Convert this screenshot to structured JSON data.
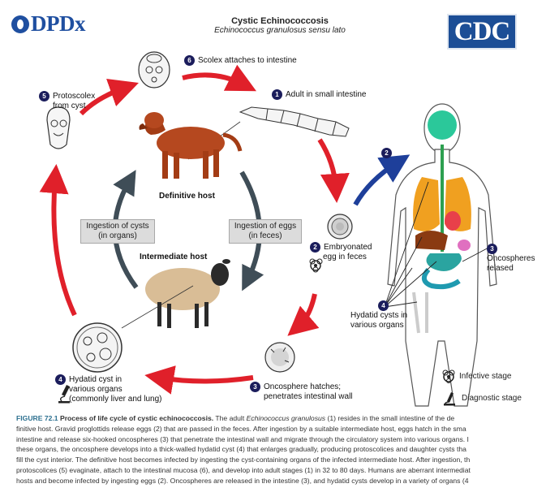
{
  "header": {
    "logo_text": "DPDx",
    "title": "Cystic Echinococcosis",
    "subtitle": "Echinococcus granulosus sensu lato",
    "cdc_text": "CDC"
  },
  "stages": [
    {
      "num": "1",
      "text": "Adult in small intestine"
    },
    {
      "num": "2",
      "text": "Embryonated egg in feces"
    },
    {
      "num": "3",
      "text": "Oncosphere hatches; penetrates intestinal wall"
    },
    {
      "num": "4",
      "text": "Hydatid cyst in various organs (commonly liver and lung)"
    },
    {
      "num": "5",
      "text": "Protoscolex from cyst"
    },
    {
      "num": "6",
      "text": "Scolex attaches to intestine"
    }
  ],
  "stage_lines": {
    "s2a": "Embryonated",
    "s2b": "egg in feces",
    "s3a": "Oncosphere hatches;",
    "s3b": "penetrates intestinal wall",
    "s4a": "Hydatid cyst in",
    "s4b": "various organs",
    "s4c": "(commonly liver and lung)",
    "s5a": "Protoscolex",
    "s5b": "from cyst"
  },
  "human_labels": {
    "num2": "2",
    "num3": "3",
    "num4": "4",
    "oncospheres_a": "Oncospheres",
    "oncospheres_b": "relased",
    "hydatid_a": "Hydatid cysts in",
    "hydatid_b": "various organs"
  },
  "hosts": {
    "definitive": "Definitive host",
    "intermediate": "Intermediate host"
  },
  "boxes": {
    "cysts_a": "Ingestion of cysts",
    "cysts_b": "(in organs)",
    "eggs_a": "Ingestion of eggs",
    "eggs_b": "(in feces)"
  },
  "legend": {
    "infective": "Infective stage",
    "diagnostic": "Diagnostic stage"
  },
  "caption": {
    "figure": "FIGURE 72.1",
    "heading": "Process of life cycle of cystic echinococcosis.",
    "line1": "The adult",
    "line1_italic": "Echinococcus granulosus",
    "line1_rest": "(1) resides in the small intestine of the de",
    "line2": "finitive host. Gravid proglottids release eggs (2) that are passed in the feces. After ingestion by a suitable intermediate host, eggs hatch in the sma",
    "line3": "intestine and release six-hooked oncospheres (3) that penetrate the intestinal wall and migrate through the circulatory system into various organs. I",
    "line4": "these organs, the oncosphere develops into a thick-walled hydatid cyst (4) that enlarges gradually, producing protoscolices and daughter cysts tha",
    "line5": "fill the cyst interior. The definitive host becomes infected by ingesting the cyst-containing organs of the infected intermediate host. After ingestion, th",
    "line6": "protoscolices (5) evaginate, attach to the intestinal mucosa (6), and develop into adult stages (1) in 32 to 80 days. Humans are aberrant intermediat",
    "line7": "hosts and become infected by ingesting eggs (2). Oncospheres are released in the intestine (3), and hydatid cysts develop in a variety of organs (4"
  },
  "colors": {
    "red_arrow": "#e0202a",
    "blue_arrow": "#1e3f9a",
    "gray_arrow": "#3f4d57",
    "badge": "#1b1d5c",
    "cdc_blue": "#1c4e96",
    "caption_accent": "#2b6f8f"
  }
}
